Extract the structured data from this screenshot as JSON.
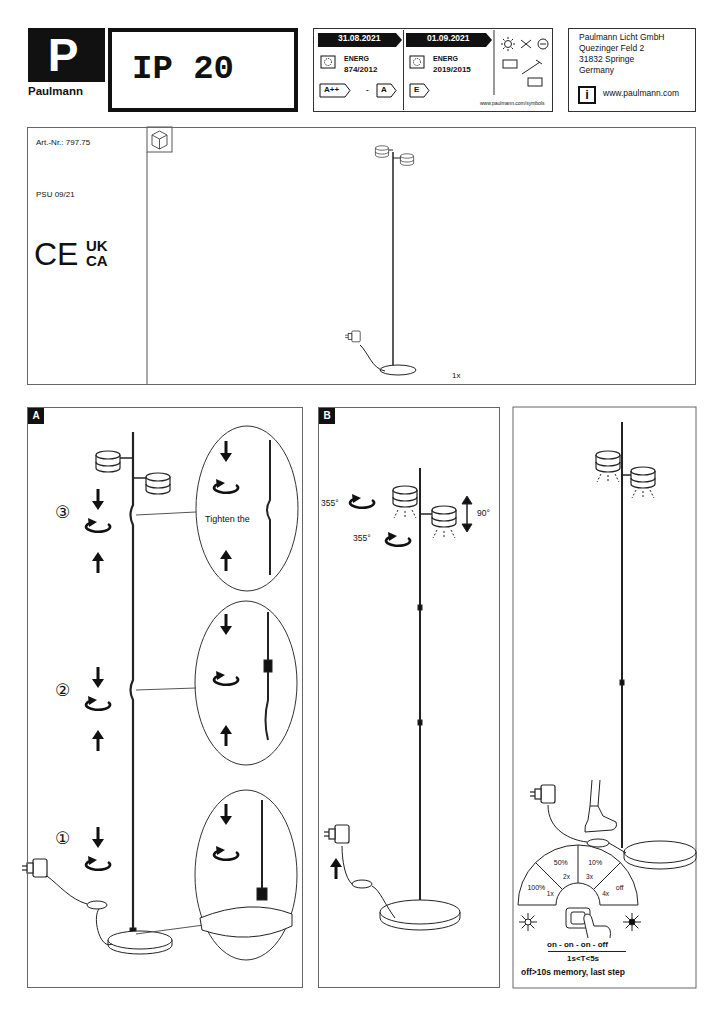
{
  "diagram": {
    "nodes": [
      {
        "text": [
          "P",
          "Paulmann"
        ]
      },
      {
        "text": [
          "IP 20"
        ]
      },
      {
        "text": [
          "31.08.2021",
          "01.09.2021",
          "ENERG",
          "874/2012",
          "ENERG",
          "2019/2015",
          "A++",
          "-",
          "A",
          "E",
          "www.paulmann.com/symbols"
        ]
      },
      {
        "text": [
          "Paulmann Licht GmbH",
          "Quezinger Feld 2",
          "31832 Springe",
          "Germany",
          "i",
          "www.paulmann.com"
        ]
      },
      {
        "text": [
          "Art.-Nr.: 797.75",
          "PSU 09/21",
          "CE",
          "UK CA"
        ]
      },
      {
        "text": [
          "A"
        ]
      },
      {
        "text": [
          "Tighten the"
        ],
        "in": 5
      },
      {
        "text": [
          "B"
        ]
      }
    ],
    "labels": [
      "③",
      "②",
      "①",
      "355°",
      "355°",
      "90°",
      "100%",
      "50%",
      "10%",
      "off",
      "1x",
      "2x",
      "3x",
      "4x",
      "on - on - on - off",
      "1s<T<5s",
      "off>10s memory, last step",
      "1x"
    ]
  }
}
